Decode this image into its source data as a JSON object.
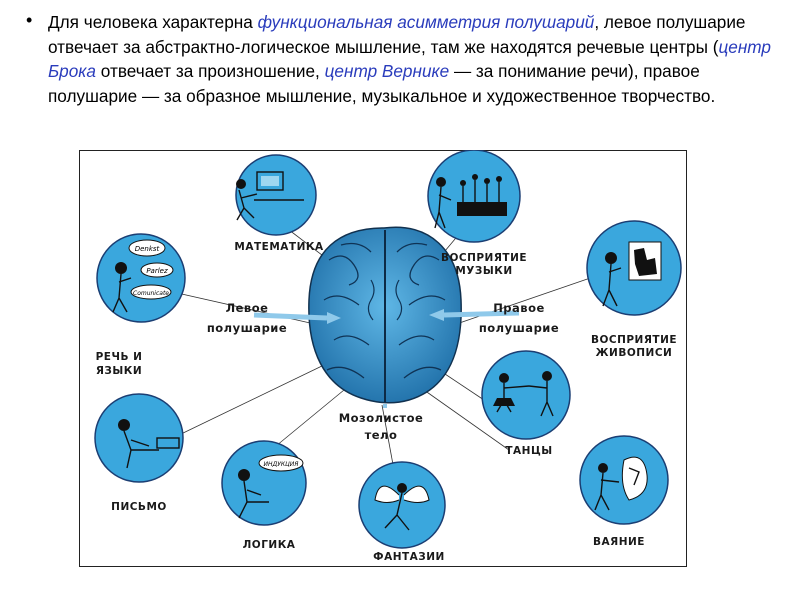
{
  "bullet": {
    "t1": "Для человека характерна ",
    "h1": "функциональная асимметрия полушарий",
    "t2": ", левое полушарие отвечает за абстрактно-логическое мышление, там же находятся речевые центры (",
    "h2": "центр Брока",
    "t3": " отвечает за произношение, ",
    "h3": "центр Вернике",
    "t4": " — за понимание речи), правое полушарие — за образное мышление, музыкальное и художественное творчество."
  },
  "diagram": {
    "labels": {
      "math": "МАТЕМАТИКА",
      "speech1": "РЕЧЬ И",
      "speech2": "ЯЗЫКИ",
      "writing": "ПИСЬМО",
      "logic": "ЛОГИКА",
      "fantasy": "ФАНТАЗИИ",
      "music1": "ВОСПРИЯТИЕ",
      "music2": "МУЗЫКИ",
      "painting1": "ВОСПРИЯТИЕ",
      "painting2": "ЖИВОПИСИ",
      "dance": "ТАНЦЫ",
      "sculpture": "ВАЯНИЕ",
      "left1": "Левое",
      "left2": "полушарие",
      "right1": "Правое",
      "right2": "полушарие",
      "corpus1": "Мозолистое",
      "corpus2": "тело"
    },
    "bubbles": {
      "speech_a": "Denkst",
      "speech_b": "Parlez",
      "speech_c": "Comunicate",
      "logic": "ИНДУКЦИЯ"
    },
    "colors": {
      "circle": "#3aa7dd",
      "brain": "#2f8cc4",
      "highlight": "#2a3cbc"
    }
  }
}
